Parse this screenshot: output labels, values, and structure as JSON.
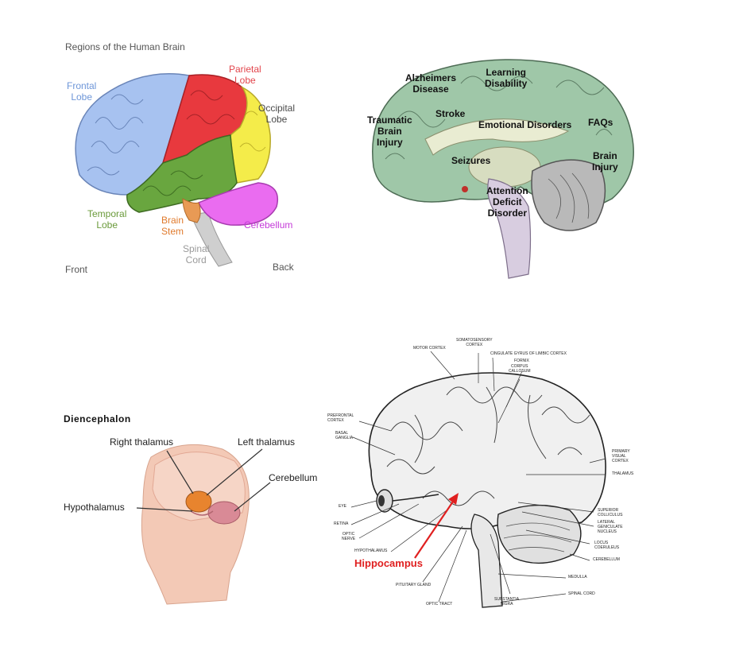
{
  "panel1": {
    "title": "Regions of the Human Brain",
    "frontal": [
      "Frontal",
      "Lobe"
    ],
    "parietal": [
      "Parietal",
      "Lobe"
    ],
    "occipital": [
      "Occipital",
      "Lobe"
    ],
    "temporal": [
      "Temporal",
      "Lobe"
    ],
    "brainstem": [
      "Brain",
      "Stem"
    ],
    "cerebellum": "Cerebellum",
    "spinal": [
      "Spinal",
      "Cord"
    ],
    "front": "Front",
    "back": "Back",
    "colors": {
      "frontal": "#a7c2f0",
      "parietal": "#e8393e",
      "occipital": "#f4ec4a",
      "temporal": "#69a63f",
      "cerebellum": "#ea6cf0",
      "stem": "#c9c9c9",
      "frontal_text": "#6e96d8",
      "parietal_text": "#e2454c",
      "occipital_text": "#4a4a4a",
      "temporal_text": "#6a9a3a",
      "stem_text": "#e07a2c",
      "cerebellum_text": "#c43ad8",
      "spinal_text": "#9a9a9a"
    }
  },
  "panel2": {
    "alzheimers": [
      "Alzheimers",
      "Disease"
    ],
    "learning": [
      "Learning",
      "Disability"
    ],
    "tbi": [
      "Traumatic",
      "Brain",
      "Injury"
    ],
    "stroke": "Stroke",
    "emotional": "Emotional Disorders",
    "faqs": "FAQs",
    "brain_injury": [
      "Brain",
      "Injury"
    ],
    "seizures": "Seizures",
    "add": [
      "Attention",
      "Deficit",
      "Disorder"
    ]
  },
  "panel3": {
    "title": "Diencephalon",
    "right_thalamus": "Right thalamus",
    "left_thalamus": "Left thalamus",
    "cerebellum": "Cerebellum",
    "hypothalamus": "Hypothalamus"
  },
  "panel4": {
    "somatosensory": [
      "SOMATOSENSORY",
      "CORTEX"
    ],
    "motor": "MOTOR CORTEX",
    "cingulate": "CINGULATE GYRUS OF LIMBIC CORTEX",
    "fornix": "FORNIX",
    "corpus": [
      "CORPUS",
      "CALLOSUM"
    ],
    "prefrontal": [
      "PREFRONTAL",
      "CORTEX"
    ],
    "basal": [
      "BASAL",
      "GANGLIA"
    ],
    "primary_visual": [
      "PRIMARY",
      "VISUAL",
      "CORTEX"
    ],
    "thalamus": "THALAMUS",
    "eye": "EYE",
    "retina": "RETINA",
    "optic_nerve": [
      "OPTIC",
      "NERVE"
    ],
    "hypothalamus": "HYPOTHALAMUS",
    "hippocampus": "Hippocampus",
    "superior": [
      "SUPERIOR",
      "COLLICULUS"
    ],
    "lateral": [
      "LATERAL",
      "GENICULATE",
      "NUCLEUS"
    ],
    "locus": [
      "LOCUS",
      "COERULEUS"
    ],
    "cerebellum": "CEREBELLUM",
    "medulla": "MEDULLA",
    "spinal": "SPINAL CORD",
    "pituitary": "PITUITARY GLAND",
    "optic_tract": "OPTIC TRACT",
    "substantia": [
      "SUBSTANTIA",
      "NIGRA"
    ],
    "hippo_color": "#e02020"
  }
}
